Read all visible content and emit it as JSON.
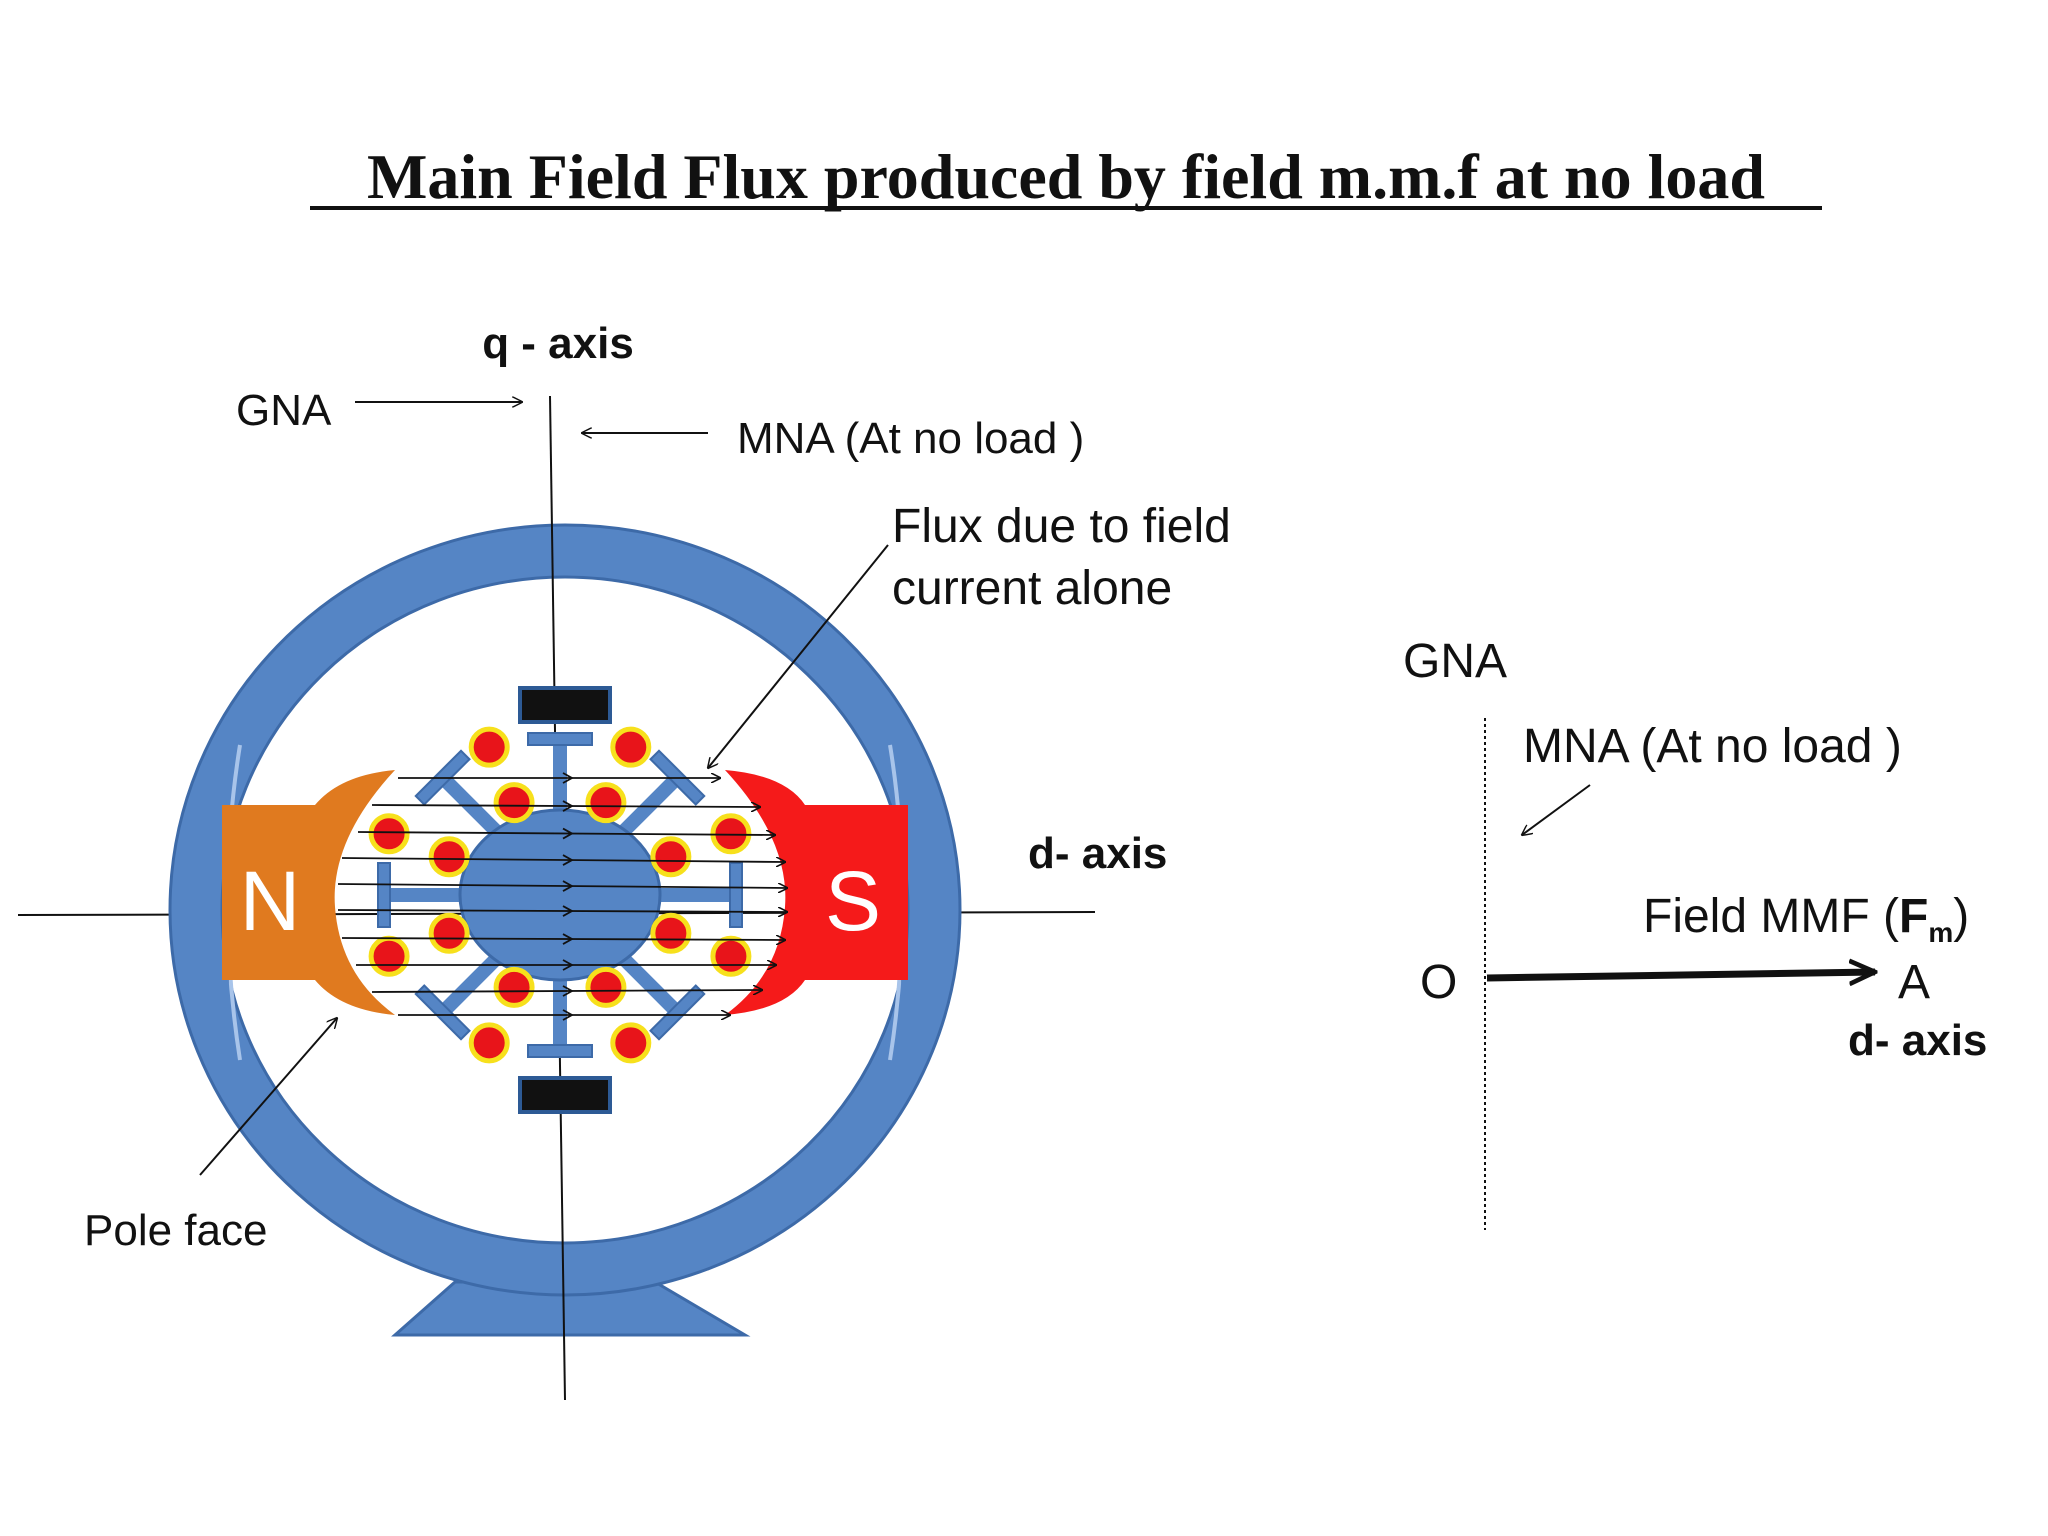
{
  "title": "Main Field Flux produced by field m.m.f at no load",
  "machine_labels": {
    "q_axis": "q - axis",
    "gna": "GNA",
    "mna": "MNA (At no load )",
    "flux_note_line1": "Flux due to field",
    "flux_note_line2": "current alone",
    "d_axis": "d- axis",
    "pole_face": "Pole face",
    "north_pole": "N",
    "south_pole": "S"
  },
  "phasor_labels": {
    "gna": "GNA",
    "mna": "MNA (At no load )",
    "field_mmf": "Field MMF (",
    "field_mmf_symbol": "F",
    "field_mmf_subscript": "m",
    "field_mmf_close": ")",
    "origin": "O",
    "tip": "A",
    "d_axis": "d- axis"
  },
  "colors": {
    "frame": "#5585c5",
    "frame_stroke": "#3d6aa8",
    "north_pole": "#e07a1f",
    "south_pole": "#f51a1a",
    "conductor": "#e8141a",
    "conductor_ring": "#f7e01c",
    "brush": "#111111"
  }
}
